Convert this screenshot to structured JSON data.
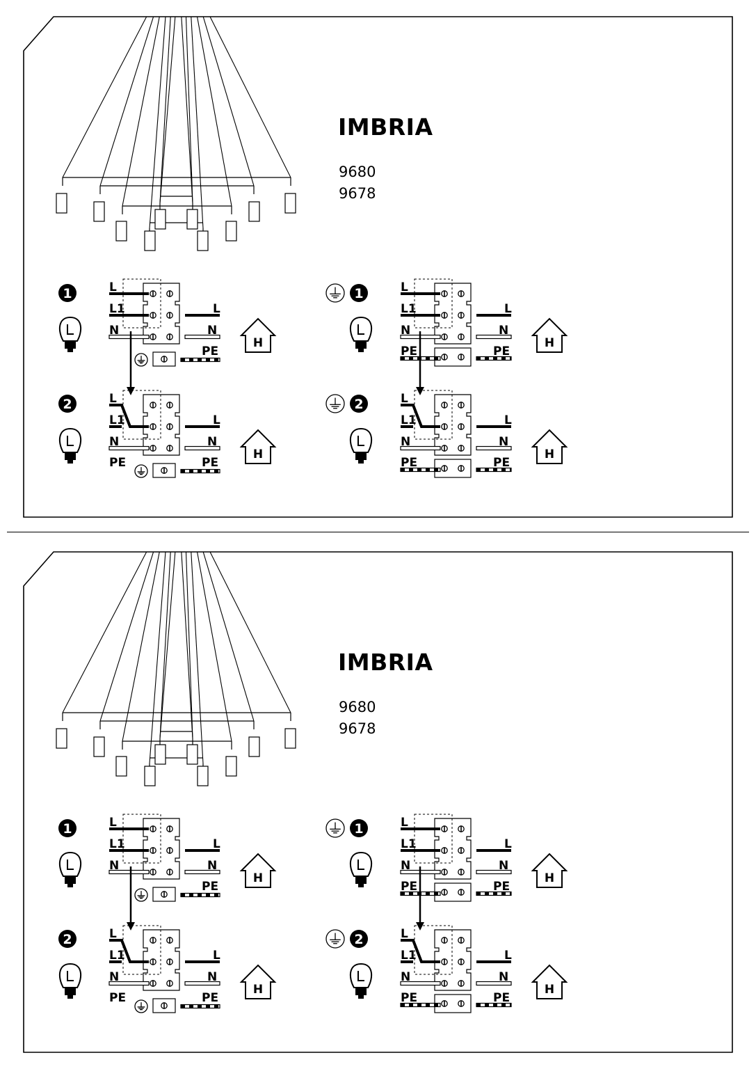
{
  "product": {
    "title": "IMBRIA",
    "models": [
      "9680",
      "9678"
    ]
  },
  "steps": {
    "one": "1",
    "two": "2"
  },
  "labels": {
    "L": "L",
    "L1": "L1",
    "N": "N",
    "PE": "PE",
    "H": "H"
  },
  "icons": {
    "ground": "ground-icon",
    "bulb": "bulb-icon",
    "house": "house-icon"
  },
  "colors": {
    "ink": "#000000",
    "paper": "#ffffff"
  }
}
